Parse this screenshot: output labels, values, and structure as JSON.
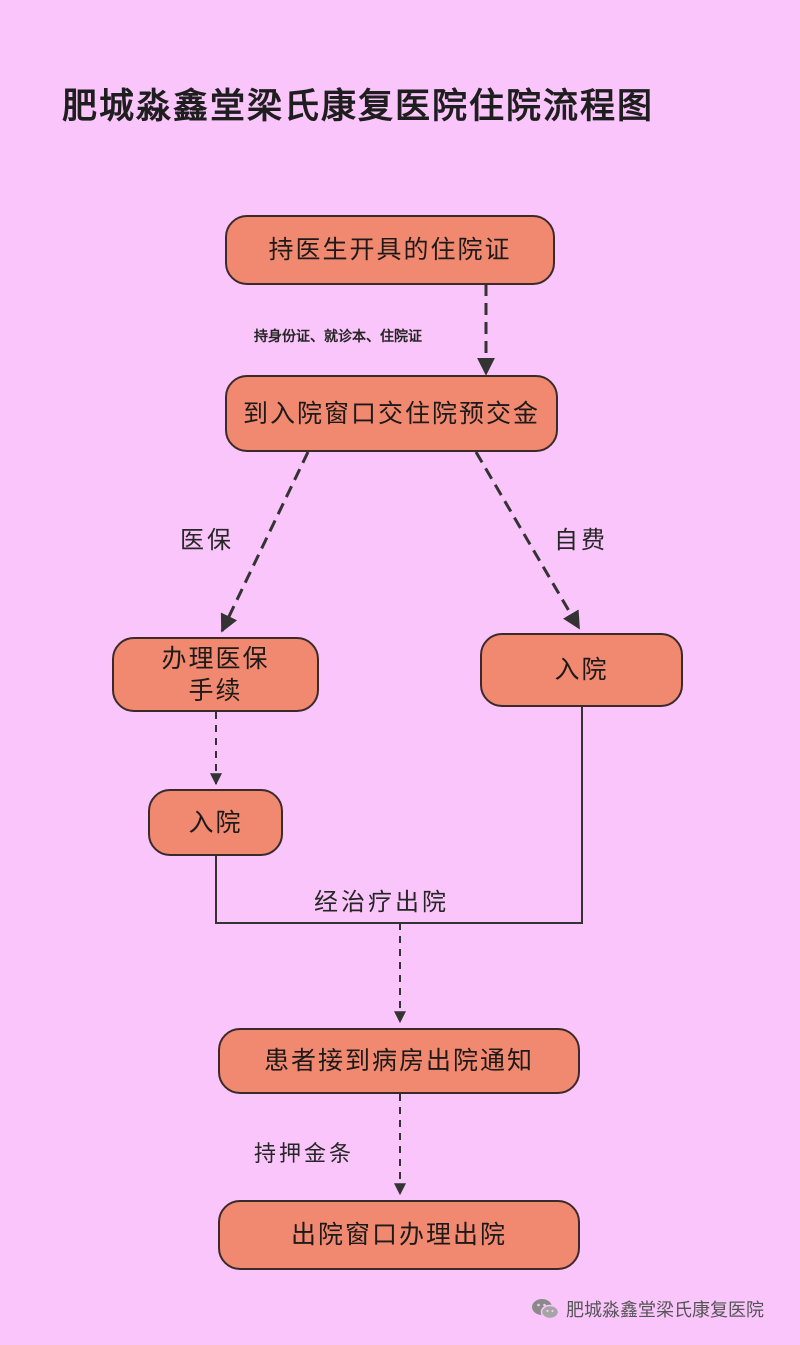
{
  "title": "肥城淼鑫堂梁氏康复医院住院流程图",
  "nodes": {
    "hold_certificate": "持医生开具的住院证",
    "pay_deposit": "到入院窗口交住院预交金",
    "insurance_procedures": "办理医保手续",
    "admit_selfpay": "入院",
    "admit_insurance": "入院",
    "discharge_notice": "患者接到病房出院通知",
    "discharge_window": "出院窗口办理出院"
  },
  "edge_labels": {
    "documents": "持身份证、就诊本、住院证",
    "insurance": "医保",
    "self_pay": "自费",
    "treated_discharged": "经治疗出院",
    "deposit_receipt": "持押金条"
  },
  "watermark": {
    "text": "肥城淼鑫堂梁氏康复医院",
    "icon": "wechat-icon"
  },
  "colors": {
    "background": "#fac5fa",
    "node_fill": "#f0896f",
    "node_border": "#3b2a2a",
    "line": "#333333"
  }
}
